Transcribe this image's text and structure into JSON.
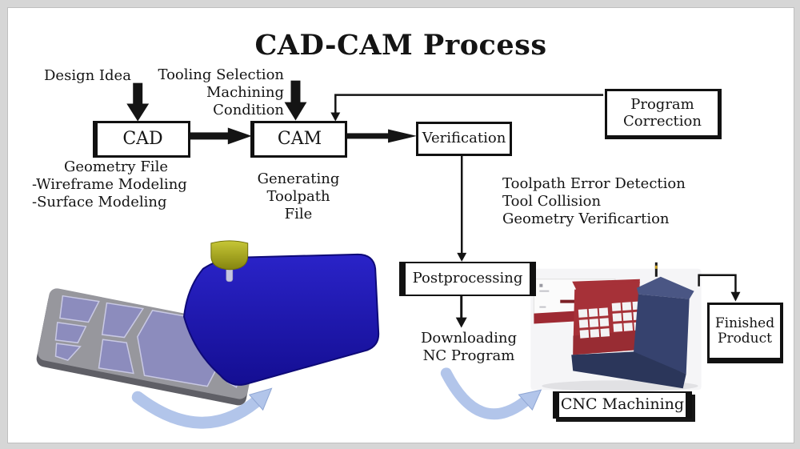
{
  "title": "CAD-CAM Process",
  "boxes": {
    "cad": {
      "label": "CAD"
    },
    "cam": {
      "label": "CAM"
    },
    "verification": {
      "label": "Verification"
    },
    "program_correction": {
      "line1": "Program",
      "line2": "Correction"
    },
    "postprocessing": {
      "label": "Postprocessing"
    },
    "finished_product": {
      "line1": "Finished",
      "line2": "Product"
    },
    "cnc_machining": {
      "label": "CNC Machining"
    }
  },
  "annotations": {
    "design_idea": "Design Idea",
    "tooling_selection": {
      "line1": "Tooling Selection",
      "line2": "Machining",
      "line3": "Condition"
    },
    "geometry_file": {
      "title": "Geometry File",
      "item1": "-Wireframe Modeling",
      "item2": "-Surface Modeling"
    },
    "generating_toolpath": {
      "line1": "Generating Toolpath",
      "line2": "File"
    },
    "verification_notes": {
      "line1": "Toolpath Error Detection",
      "line2": "Tool Collision",
      "line3": "Geometry Verificartion"
    },
    "downloading_nc": {
      "line1": "Downloading",
      "line2": "NC Program"
    }
  },
  "colors": {
    "ink": "#141414",
    "toolpath_surface_blue": "#1c15ae",
    "milling_tool_yellow": "#a9a81f",
    "plate_gray": "#97979d",
    "pocket_lavender": "#8b8bc4",
    "machine_red": "#a63138",
    "machine_blue": "#36426e",
    "soft_arrow_blue": "#b2c5ea"
  }
}
